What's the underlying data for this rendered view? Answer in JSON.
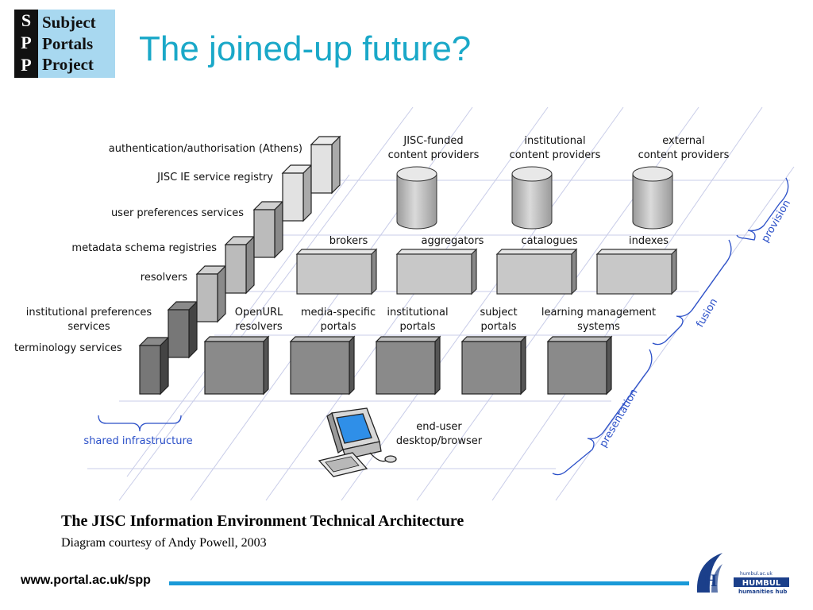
{
  "logo": {
    "letters": [
      "S",
      "P",
      "P"
    ],
    "words": [
      "Subject",
      "Portals",
      "Project"
    ]
  },
  "title": "The joined-up future?",
  "infrastructure": {
    "items": [
      "authentication/authorisation (Athens)",
      "JISC IE service registry",
      "user preferences services",
      "metadata schema registries",
      "resolvers",
      "institutional preferences services",
      "terminology services"
    ],
    "bracket_label": "shared infrastructure"
  },
  "provision": {
    "label": "provision",
    "providers": [
      [
        "JISC-funded",
        "content providers"
      ],
      [
        "institutional",
        "content providers"
      ],
      [
        "external",
        "content providers"
      ]
    ]
  },
  "fusion": {
    "label": "fusion",
    "services": [
      "brokers",
      "aggregators",
      "catalogues",
      "indexes"
    ]
  },
  "presentation": {
    "label": "presentation",
    "services": [
      [
        "OpenURL",
        "resolvers"
      ],
      [
        "media-specific",
        "portals"
      ],
      [
        "institutional",
        "portals"
      ],
      [
        "subject",
        "portals"
      ],
      [
        "learning management",
        "systems"
      ]
    ]
  },
  "end_user": [
    "end-user",
    "desktop/browser"
  ],
  "caption": {
    "title": "The JISC Information Environment Technical Architecture",
    "subtitle": "Diagram courtesy of Andy Powell, 2003"
  },
  "footer": {
    "url": "www.portal.ac.uk/spp",
    "partner_logo_text": [
      "humbul.ac.uk",
      "HUMBUL",
      "humanities hub"
    ]
  },
  "colors": {
    "title": "#1aa8c8",
    "accent_line": "#1a9ad8",
    "bracket": "#2a4fc8"
  }
}
